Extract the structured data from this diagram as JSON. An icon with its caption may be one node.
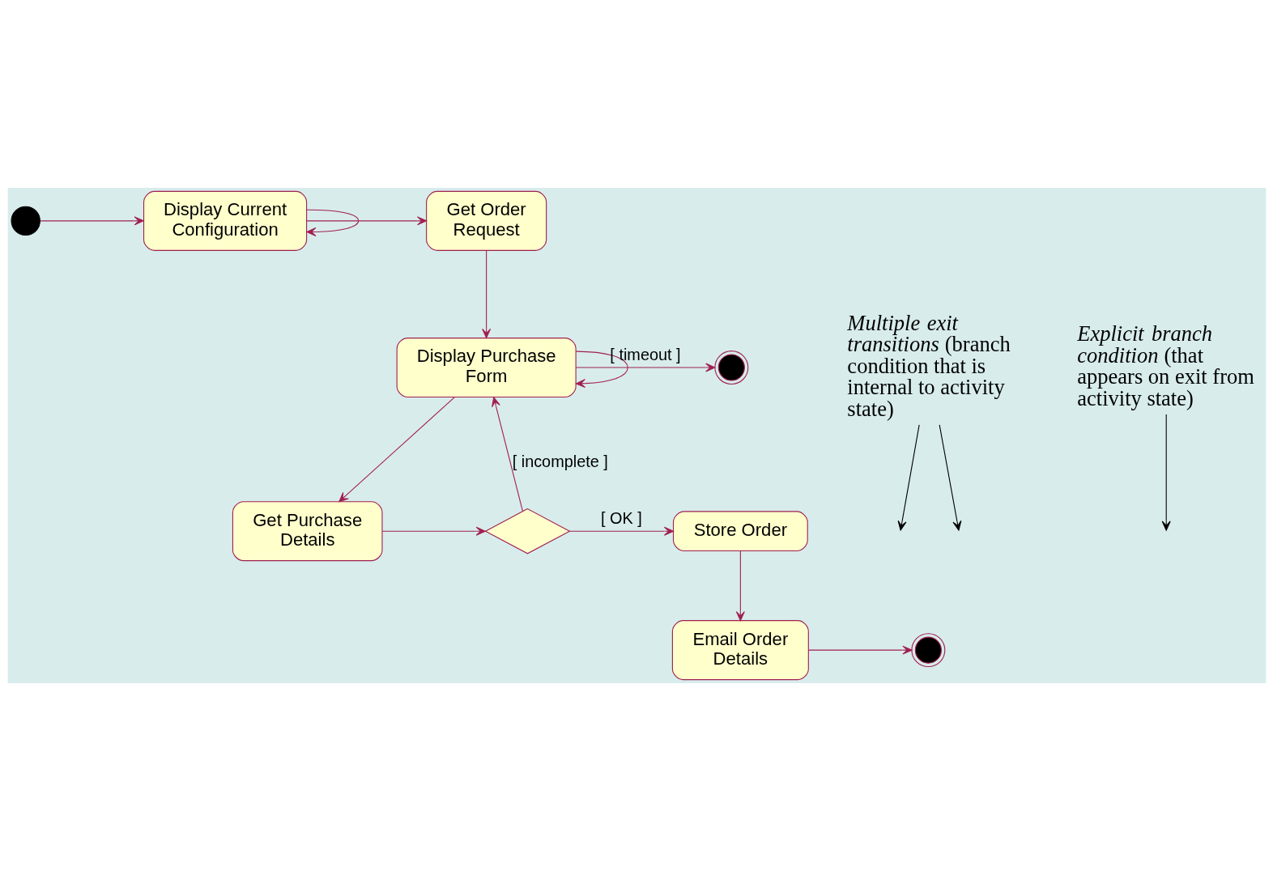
{
  "diagram": {
    "nodes": [
      {
        "text": [],
        "shape": "circle"
      },
      {
        "text": [
          "Display Current Configuration"
        ]
      },
      {
        "text": [
          "Get Order Request"
        ]
      },
      {
        "text": [
          "Display Purchase Form"
        ]
      },
      {
        "text": [],
        "shape": "bullseye"
      },
      {
        "text": [
          "Get Purchase Details"
        ]
      },
      {
        "text": [],
        "shape": "diamond"
      },
      {
        "text": [
          "Store Order"
        ]
      },
      {
        "text": [
          "Email Order Details"
        ]
      },
      {
        "text": [],
        "shape": "bullseye"
      },
      {
        "text": [
          "*Multiple exit transitions* (branch condition that is internal to activity state)"
        ]
      },
      {
        "text": [
          "*Explicit branch condition* (that appears on exit from activity state)"
        ]
      }
    ],
    "edges": [
      {
        "from": 0,
        "to": 1,
        "arrow": "to"
      },
      {
        "from": 1,
        "to": 1,
        "arrow": "to"
      },
      {
        "from": 1,
        "to": 2,
        "arrow": "to"
      },
      {
        "from": 2,
        "to": 3,
        "arrow": "to"
      },
      {
        "from": 3,
        "to": 3,
        "arrow": "to"
      },
      {
        "from": 3,
        "to": 4,
        "arrow": "to",
        "label": "[ timeout ]"
      },
      {
        "from": 3,
        "to": 5,
        "arrow": "to"
      },
      {
        "from": 5,
        "to": 6,
        "arrow": "to"
      },
      {
        "from": 6,
        "to": 3,
        "arrow": "to",
        "label": "[ incomplete ]"
      },
      {
        "from": 6,
        "to": 7,
        "arrow": "to",
        "label": "[ OK ]"
      },
      {
        "from": 7,
        "to": 8,
        "arrow": "to"
      },
      {
        "from": 8,
        "to": 9,
        "arrow": "to"
      },
      {
        "from": 10,
        "to": null,
        "arrow": "to",
        "color": "#000000"
      },
      {
        "from": 10,
        "to": null,
        "arrow": "to",
        "color": "#000000"
      },
      {
        "from": 11,
        "to": null,
        "arrow": "to",
        "color": "#000000"
      }
    ]
  }
}
